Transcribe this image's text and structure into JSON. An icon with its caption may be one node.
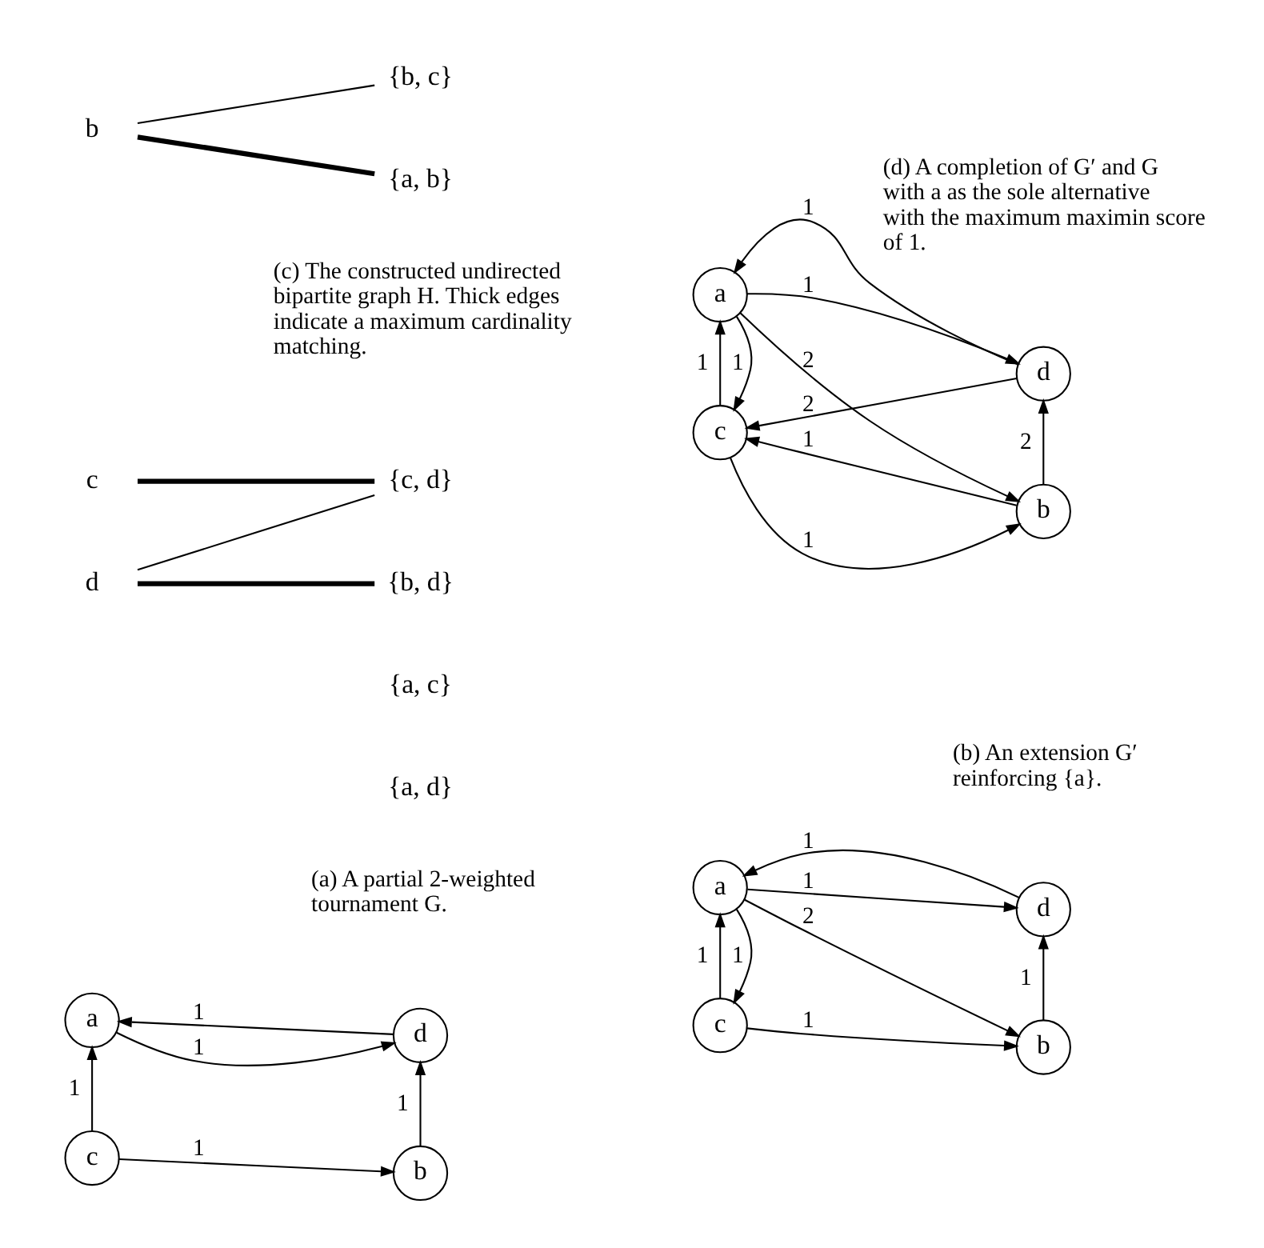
{
  "diagram": {
    "nodes": [
      {
        "text": [
          "a"
        ]
      },
      {
        "text": [
          "b"
        ]
      },
      {
        "text": [
          "c"
        ]
      },
      {
        "text": [
          "d"
        ]
      },
      {
        "text": [
          "a"
        ]
      },
      {
        "text": [
          "b"
        ]
      },
      {
        "text": [
          "c"
        ]
      },
      {
        "text": [
          "d"
        ]
      },
      {
        "text": [
          "b"
        ]
      },
      {
        "text": [
          "c"
        ]
      },
      {
        "text": [
          "d"
        ]
      },
      {
        "text": [
          "{a, b}"
        ]
      },
      {
        "text": [
          "{a, c}"
        ]
      },
      {
        "text": [
          "{a, d}"
        ]
      },
      {
        "text": [
          "{b, c}"
        ]
      },
      {
        "text": [
          "{b, d}"
        ]
      },
      {
        "text": [
          "{c, d}"
        ]
      },
      {
        "text": [
          "a"
        ]
      },
      {
        "text": [
          "b"
        ]
      },
      {
        "text": [
          "c"
        ]
      },
      {
        "text": [
          "d"
        ]
      }
    ],
    "edges": [
      {
        "from": 2,
        "to": 0,
        "arrow": "to",
        "label": "1"
      },
      {
        "from": 3,
        "to": 0,
        "arrow": "to",
        "label": "1"
      },
      {
        "from": 0,
        "to": 3,
        "arrow": "to",
        "label": "1"
      },
      {
        "from": 2,
        "to": 1,
        "arrow": "to",
        "label": "1"
      },
      {
        "from": 1,
        "to": 3,
        "arrow": "to",
        "label": "1"
      },
      {
        "from": 4,
        "to": 5,
        "arrow": "to",
        "label": "2"
      },
      {
        "from": 6,
        "to": 4,
        "arrow": "to",
        "label": "1"
      },
      {
        "from": 4,
        "to": 6,
        "arrow": "to",
        "label": "1"
      },
      {
        "from": 7,
        "to": 4,
        "arrow": "to",
        "label": "1"
      },
      {
        "from": 4,
        "to": 7,
        "arrow": "to",
        "label": "1"
      },
      {
        "from": 6,
        "to": 5,
        "arrow": "to",
        "label": "1"
      },
      {
        "from": 5,
        "to": 7,
        "arrow": "to",
        "label": "1"
      },
      {
        "from": 8,
        "to": 11,
        "arrow": "none",
        "style": "thick"
      },
      {
        "from": 8,
        "to": 14,
        "arrow": "none"
      },
      {
        "from": 9,
        "to": 16,
        "arrow": "none",
        "style": "thick"
      },
      {
        "from": 10,
        "to": 15,
        "arrow": "none",
        "style": "thick"
      },
      {
        "from": 10,
        "to": 16,
        "arrow": "none"
      },
      {
        "from": 17,
        "to": 18,
        "arrow": "to",
        "label": "2"
      },
      {
        "from": 19,
        "to": 17,
        "arrow": "to",
        "label": "1"
      },
      {
        "from": 17,
        "to": 19,
        "arrow": "to",
        "label": "1"
      },
      {
        "from": 20,
        "to": 17,
        "arrow": "to",
        "label": "1"
      },
      {
        "from": 17,
        "to": 20,
        "arrow": "to",
        "label": "1"
      },
      {
        "from": 19,
        "to": 18,
        "arrow": "to",
        "label": "1"
      },
      {
        "from": 18,
        "to": 19,
        "arrow": "to",
        "label": "1"
      },
      {
        "from": 18,
        "to": 20,
        "arrow": "to",
        "label": "2"
      },
      {
        "from": 20,
        "to": 19,
        "arrow": "to",
        "label": "2"
      }
    ],
    "labels": [
      "(a) A partial 2-weighted tournament G.",
      "(b) An extension G′ reinforcing {a}.",
      "(c) The constructed undirected bipartite graph H. Thick edges indicate a maximum cardinality matching.",
      "(d) A completion of G′ and G with a as the sole alternative with the maximum maximin score of 1."
    ]
  }
}
